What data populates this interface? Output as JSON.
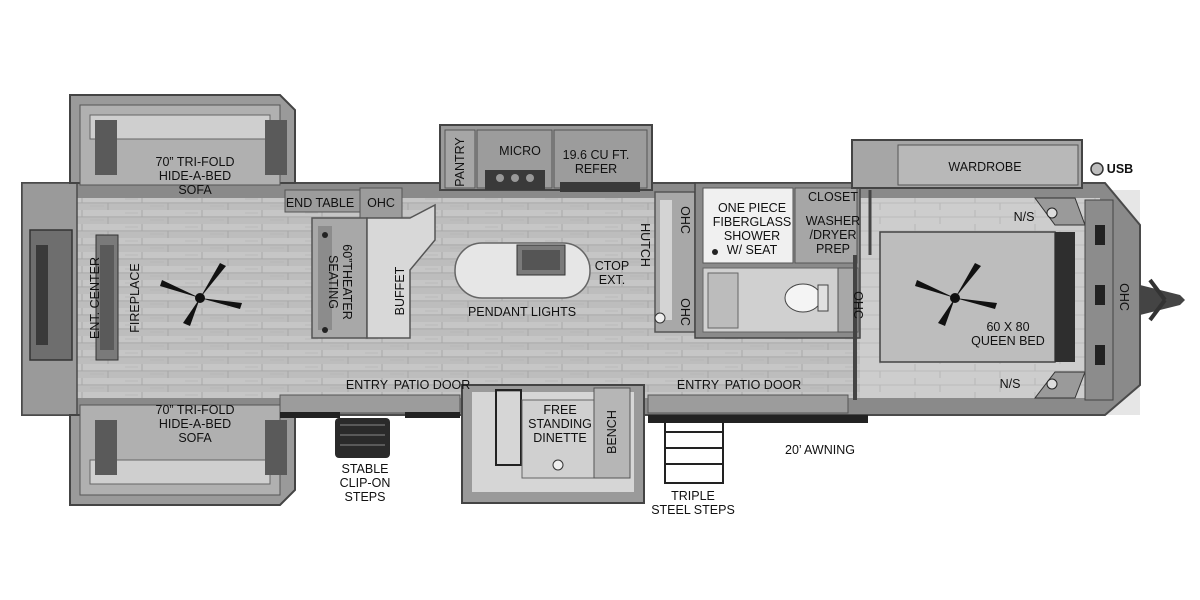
{
  "labels": {
    "front_sofa": [
      "70” TRI-FOLD",
      "HIDE-A-BED",
      "SOFA"
    ],
    "rear_sofa": [
      "70” TRI-FOLD",
      "HIDE-A-BED",
      "SOFA"
    ],
    "end_table": "END TABLE",
    "ohc_living": "OHC",
    "theater": [
      "60”THEATER",
      "SEATING"
    ],
    "buffet": "BUFFET",
    "ent_center": "ENT. CENTER",
    "fireplace": "FIREPLACE",
    "pantry": "PANTRY",
    "micro": "MICRO",
    "refer": [
      "19.6 CU FT.",
      "REFER"
    ],
    "hutch": "HUTCH",
    "ctop": [
      "CTOP",
      "EXT."
    ],
    "pendant": "PENDANT LIGHTS",
    "ohc_kitchen_top": "OHC",
    "ohc_kitchen_bottom": "OHC",
    "shower": [
      "ONE PIECE",
      "FIBERGLASS",
      "SHOWER",
      "W/ SEAT"
    ],
    "closet": "CLOSET",
    "washer": [
      "WASHER",
      "/DRYER",
      "PREP"
    ],
    "ohc_bath": "OHC",
    "wardrobe": "WARDROBE",
    "usb": "USB",
    "ns_top": "N/S",
    "ns_bottom": "N/S",
    "bed": [
      "60 X 80",
      "QUEEN BED"
    ],
    "ohc_bedroom": "OHC",
    "entry_left": "ENTRY",
    "patio_left": "PATIO DOOR",
    "entry_right": "ENTRY",
    "patio_right": "PATIO DOOR",
    "dinette": [
      "FREE",
      "STANDING",
      "DINETTE"
    ],
    "bench": "BENCH",
    "awning": "20’ AWNING",
    "stable_steps": [
      "STABLE",
      "CLIP-ON",
      "STEPS"
    ],
    "triple_steps": [
      "TRIPLE",
      "STEEL STEPS"
    ]
  }
}
